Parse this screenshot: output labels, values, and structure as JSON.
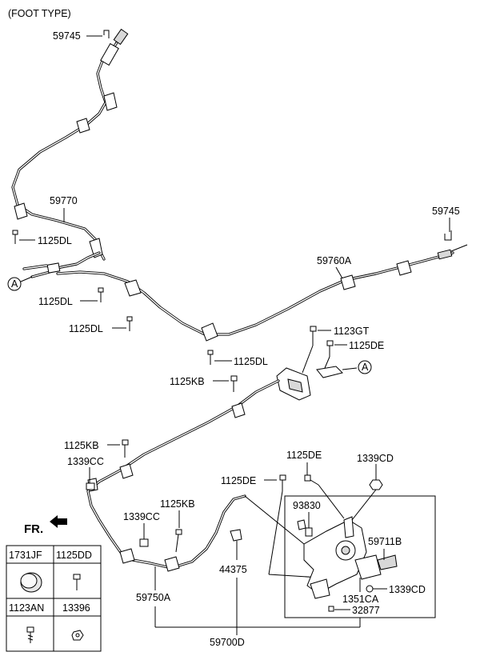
{
  "title": "(FOOT TYPE)",
  "direction_label": "FR.",
  "callouts": {
    "c59745_top": "59745",
    "c59770": "59770",
    "c1125DL_1": "1125DL",
    "c59745_right": "59745",
    "c59760A": "59760A",
    "c1125DL_2": "1125DL",
    "c1125DL_3": "1125DL",
    "c1125DL_4": "1125DL",
    "c1123GT": "1123GT",
    "c1125DE_1": "1125DE",
    "c1125KB_1": "1125KB",
    "c1125KB_2": "1125KB",
    "c1339CC_1": "1339CC",
    "c1125DE_2": "1125DE",
    "c1339CD_1": "1339CD",
    "c1125DE_3": "1125DE",
    "c93830": "93830",
    "c1125KB_3": "1125KB",
    "c1339CC_2": "1339CC",
    "c59711B": "59711B",
    "c44375": "44375",
    "c1339CD_2": "1339CD",
    "c1351CA": "1351CA",
    "c59750A": "59750A",
    "c32877": "32877",
    "c59700D": "59700D"
  },
  "ref_markers": {
    "left": "A",
    "right": "A"
  },
  "parts_table": {
    "headers_row1": [
      "1731JF",
      "1125DD"
    ],
    "headers_row2": [
      "1123AN",
      "13396"
    ]
  }
}
